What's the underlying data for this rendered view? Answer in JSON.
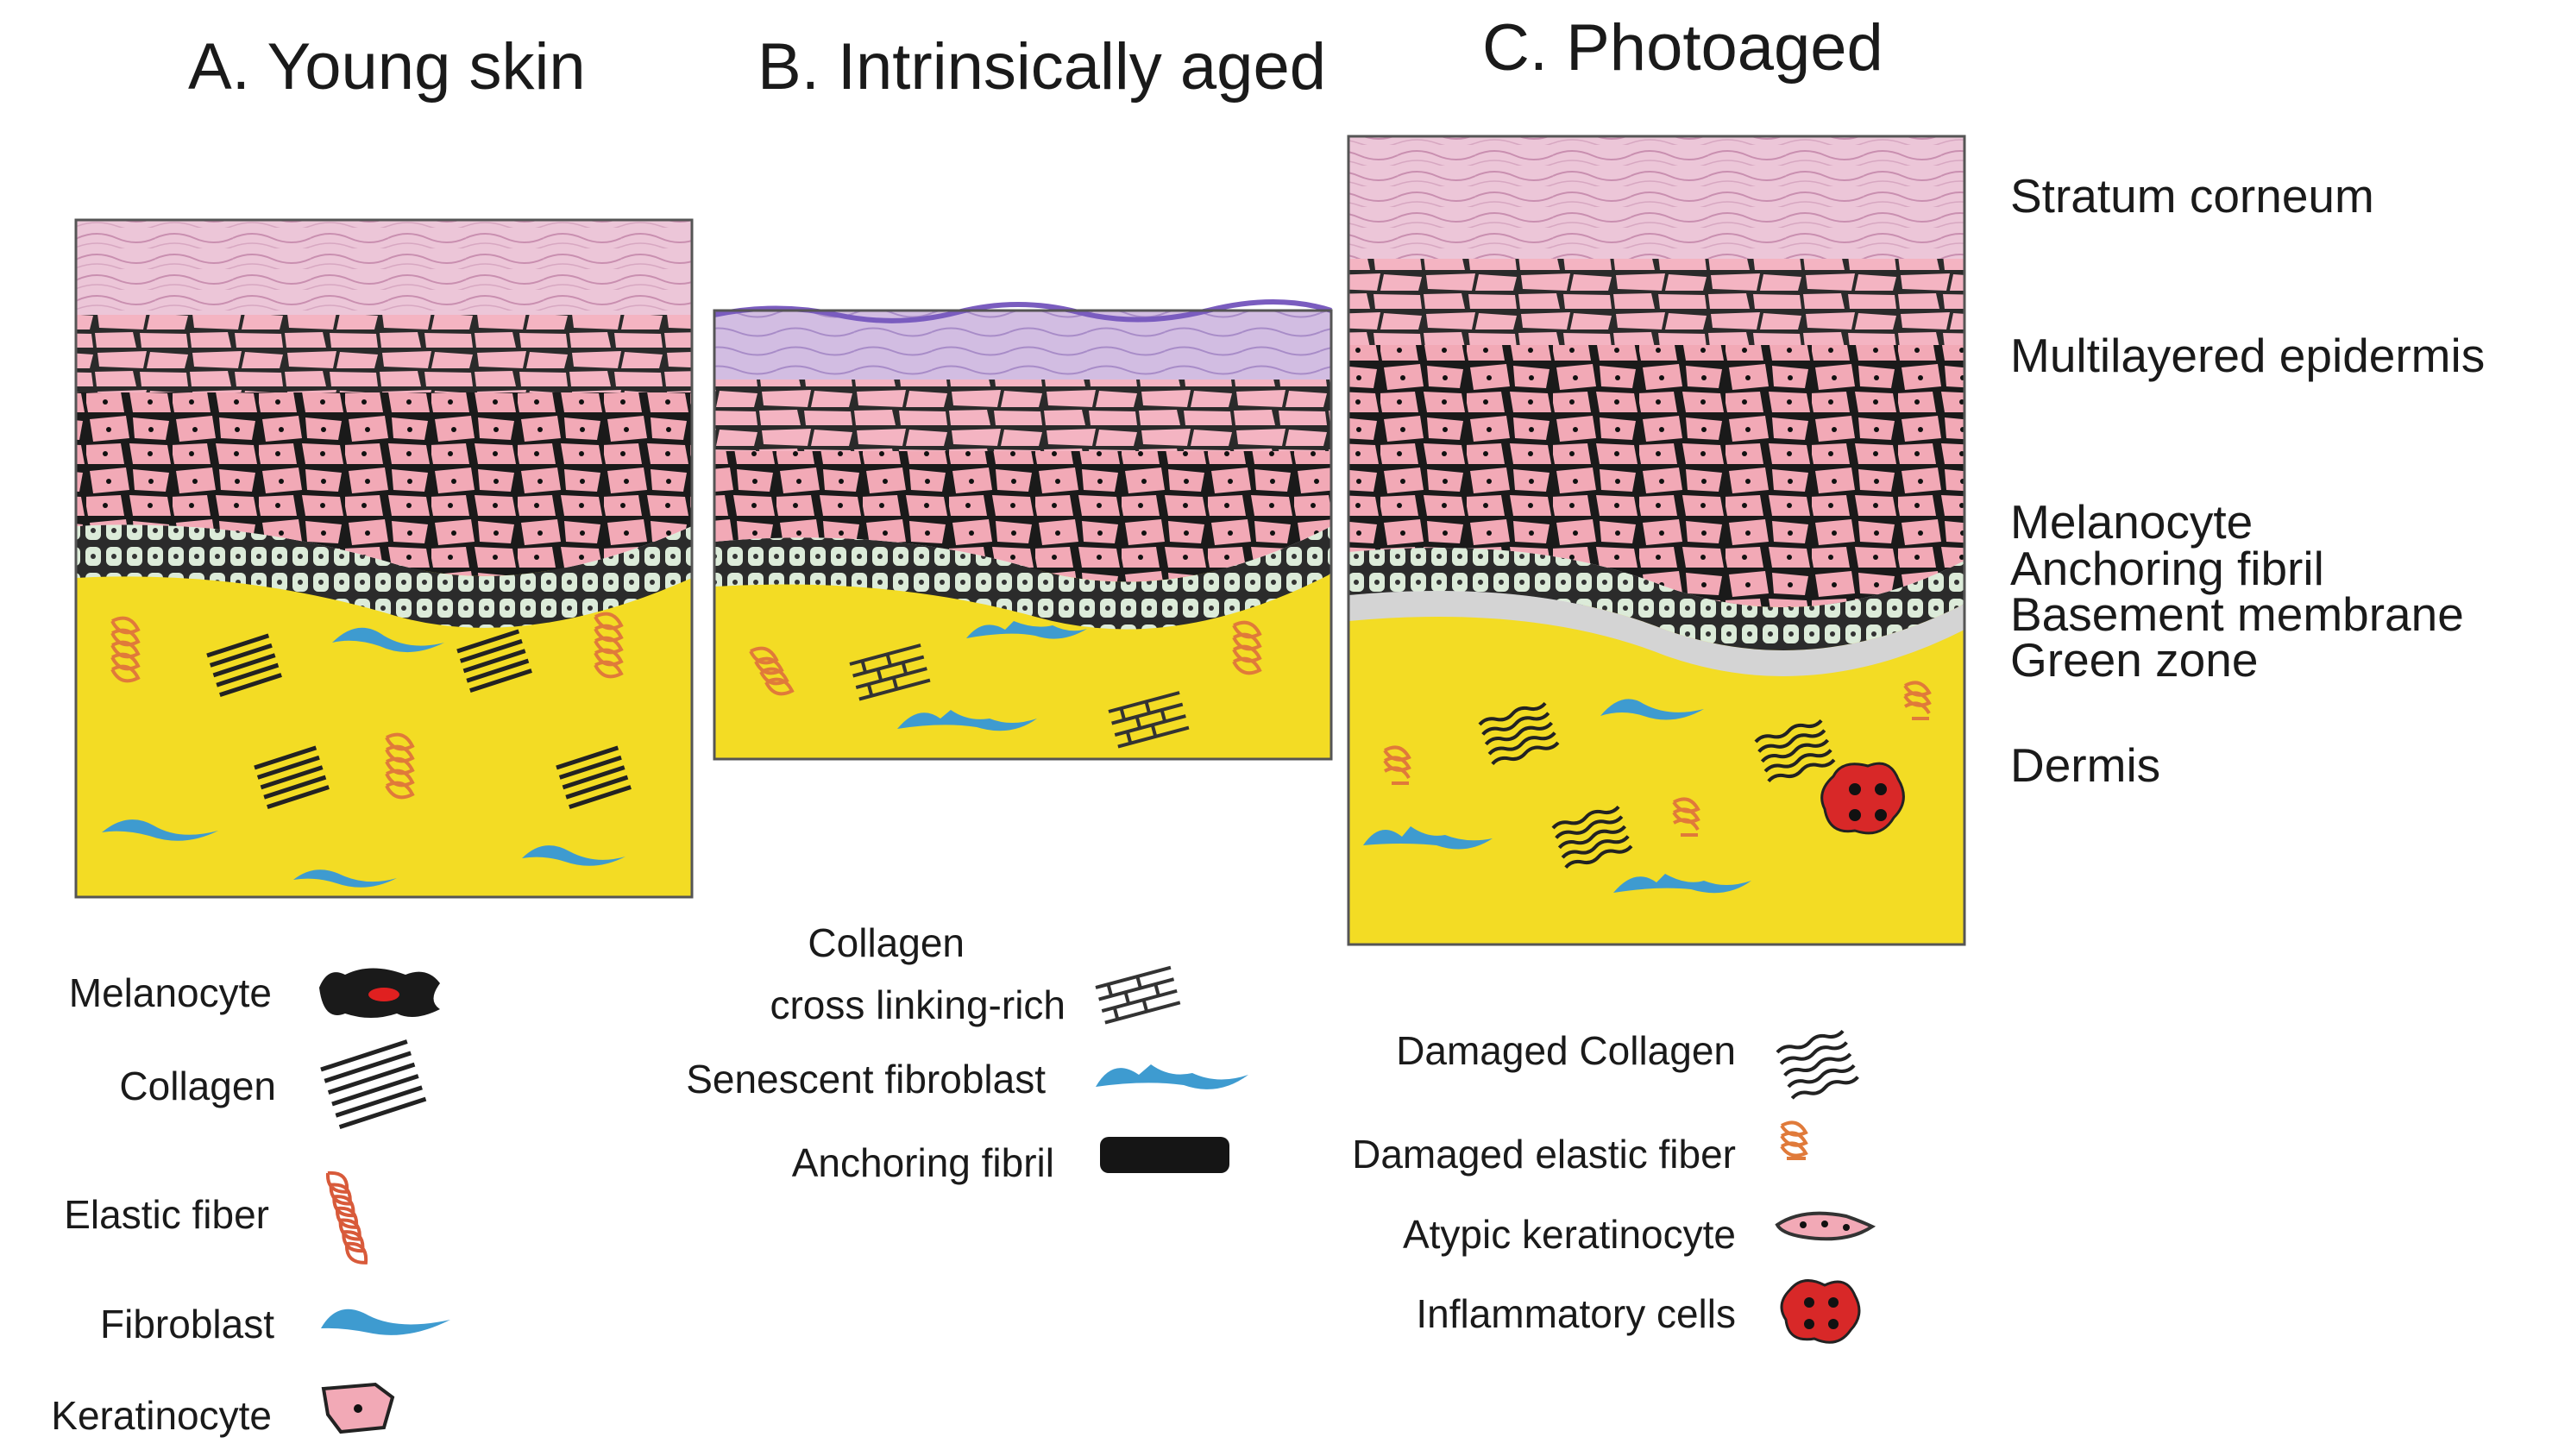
{
  "panels": [
    {
      "title": "A. Young skin"
    },
    {
      "title": "B. Intrinsically aged"
    },
    {
      "title": "C. Photoaged"
    }
  ],
  "layer_labels": [
    "Stratum corneum",
    "Multilayered epidermis",
    "Melanocyte",
    "Anchoring fibril",
    "Basement membrane",
    "Green zone",
    "Dermis"
  ],
  "legend_a": [
    {
      "label": "Melanocyte",
      "icon": "melanocyte-icon"
    },
    {
      "label": "Collagen",
      "icon": "collagen-icon"
    },
    {
      "label": "Elastic fiber",
      "icon": "elastic-fiber-icon"
    },
    {
      "label": "Fibroblast",
      "icon": "fibroblast-icon"
    },
    {
      "label": "Keratinocyte",
      "icon": "keratinocyte-icon"
    }
  ],
  "legend_b": [
    {
      "label_line1": "Collagen",
      "label_line2": "cross linking-rich",
      "icon": "crosslinked-collagen-icon"
    },
    {
      "label": "Senescent fibroblast",
      "icon": "senescent-fibroblast-icon"
    },
    {
      "label": "Anchoring fibril",
      "icon": "anchoring-fibril-icon"
    }
  ],
  "legend_c": [
    {
      "label": "Damaged Collagen",
      "icon": "damaged-collagen-icon"
    },
    {
      "label": "Damaged elastic fiber",
      "icon": "damaged-elastic-fiber-icon"
    },
    {
      "label": "Atypic keratinocyte",
      "icon": "atypic-keratinocyte-icon"
    },
    {
      "label": "Inflammatory cells",
      "icon": "inflammatory-cells-icon"
    }
  ],
  "colors": {
    "stratum_corneum": "#e9c3d6",
    "aged_corneum": "#c9b3dc",
    "keratinocyte": "#f0a8b4",
    "dermis": "#f3dc24",
    "basal_cell": "#d9ead8",
    "fibroblast": "#3e9bd0",
    "elastic": "#e07a3a",
    "inflammatory": "#d82828"
  }
}
